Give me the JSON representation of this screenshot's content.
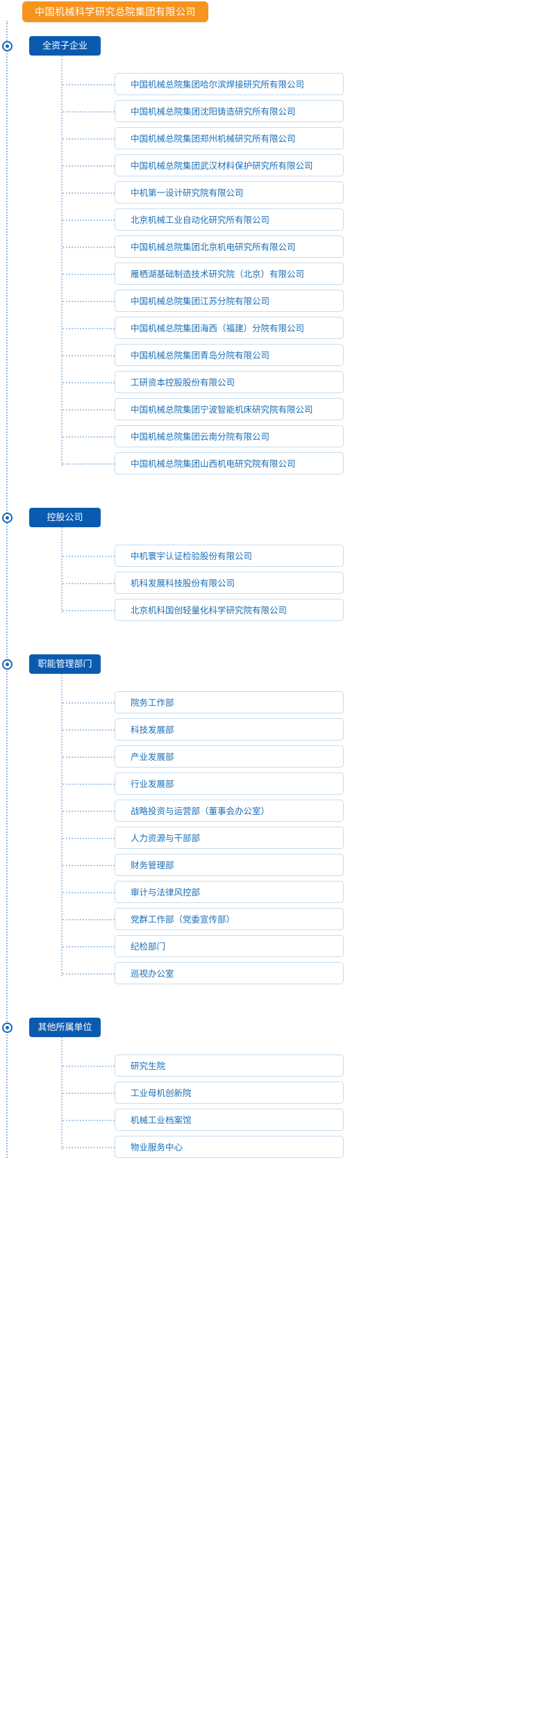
{
  "root": {
    "label": "中国机械科学研究总院集团有限公司",
    "color": "#f7941e",
    "text_color": "#ffffff"
  },
  "theme": {
    "section_header_bg": "#0a5bb0",
    "item_border": "#c5dcf0",
    "item_text": "#1a6fb8",
    "connector": "#a8c8e8",
    "marker": "#1565b8"
  },
  "sections": [
    {
      "label": "全资子企业",
      "marker": "node-dot-icon",
      "items": [
        "中国机械总院集团哈尔滨焊接研究所有限公司",
        "中国机械总院集团沈阳铸造研究所有限公司",
        "中国机械总院集团郑州机械研究所有限公司",
        "中国机械总院集团武汉材料保护研究所有限公司",
        "中机第一设计研究院有限公司",
        "北京机械工业自动化研究所有限公司",
        "中国机械总院集团北京机电研究所有限公司",
        "雁栖湖基础制造技术研究院（北京）有限公司",
        "中国机械总院集团江苏分院有限公司",
        "中国机械总院集团海西（福建）分院有限公司",
        "中国机械总院集团青岛分院有限公司",
        "工研资本控股股份有限公司",
        "中国机械总院集团宁波智能机床研究院有限公司",
        "中国机械总院集团云南分院有限公司",
        "中国机械总院集团山西机电研究院有限公司"
      ]
    },
    {
      "label": "控股公司",
      "marker": "node-dot-icon",
      "items": [
        "中机寰宇认证检验股份有限公司",
        "机科发展科技股份有限公司",
        "北京机科国创轻量化科学研究院有限公司"
      ]
    },
    {
      "label": "职能管理部门",
      "marker": "node-dot-icon",
      "items": [
        "院务工作部",
        "科技发展部",
        "产业发展部",
        "行业发展部",
        "战略投资与运营部（董事会办公室）",
        "人力资源与干部部",
        "财务管理部",
        "审计与法律风控部",
        "党群工作部（党委宣传部）",
        "纪检部门",
        "巡视办公室"
      ]
    },
    {
      "label": "其他所属单位",
      "marker": "node-dot-icon",
      "items": [
        "研究生院",
        "工业母机创新院",
        "机械工业档案馆",
        "物业服务中心"
      ]
    }
  ]
}
